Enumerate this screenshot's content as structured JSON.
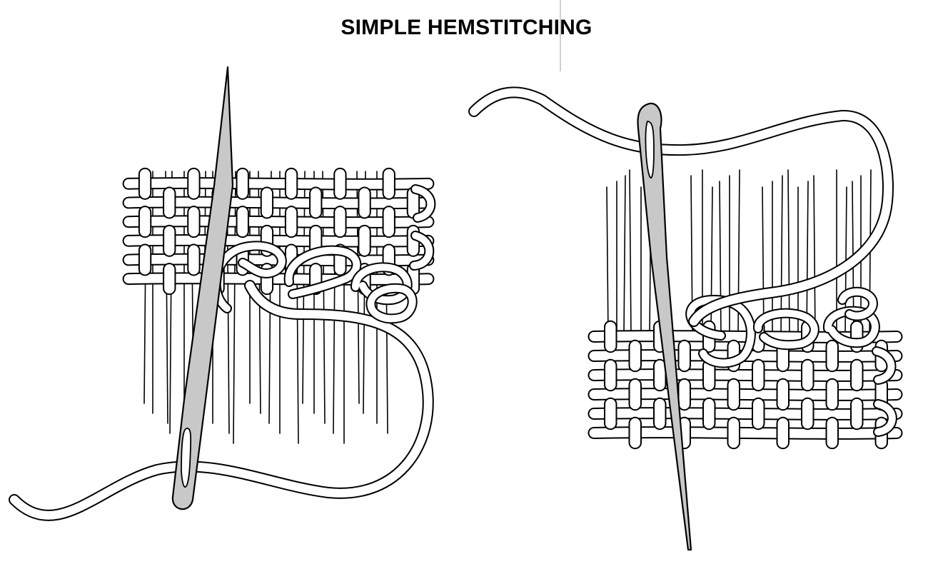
{
  "title": "SIMPLE HEMSTITCHING",
  "colors": {
    "ink": "#000000",
    "background": "#ffffff",
    "needle": "#c8c8c8",
    "thread": "#ffffff",
    "divider": "#b0b0b0"
  },
  "illustrations": [
    {
      "name": "needle-under-threads",
      "subjects": [
        "woven-fabric",
        "drawn-threads",
        "needle",
        "working-thread",
        "stitch-loops"
      ]
    },
    {
      "name": "needle-through-fabric",
      "subjects": [
        "woven-fabric",
        "drawn-threads",
        "needle",
        "working-thread",
        "stitch-loops"
      ]
    }
  ]
}
